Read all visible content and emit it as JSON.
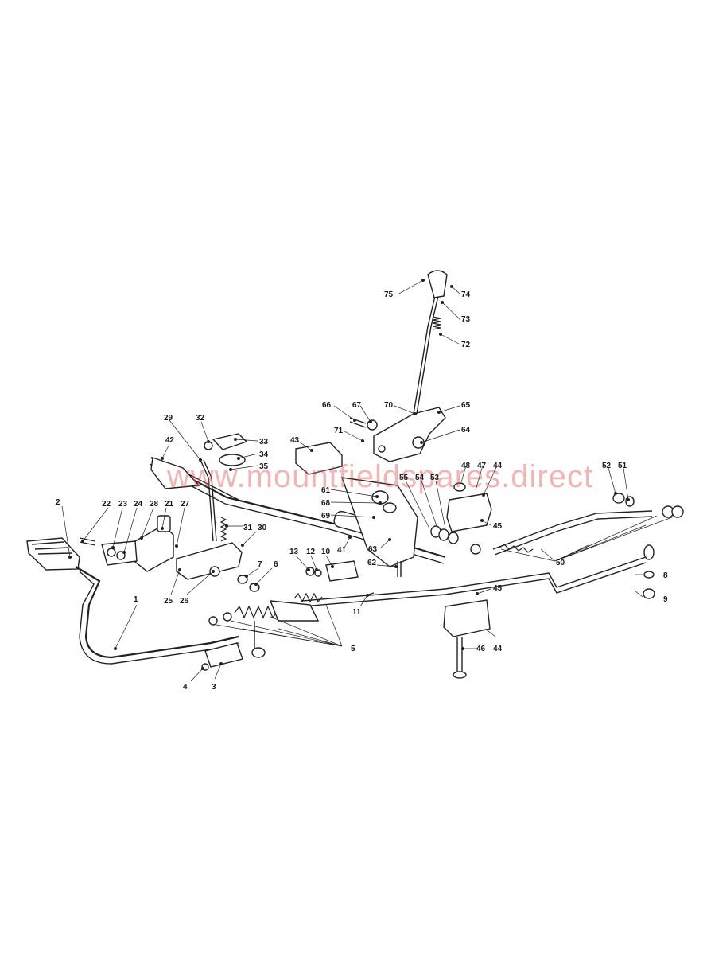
{
  "watermark": "www.mountfieldspares.direct",
  "labels": [
    {
      "id": "1",
      "text": "1"
    },
    {
      "id": "2",
      "text": "2"
    },
    {
      "id": "3",
      "text": "3"
    },
    {
      "id": "4",
      "text": "4"
    },
    {
      "id": "5",
      "text": "5"
    },
    {
      "id": "6",
      "text": "6"
    },
    {
      "id": "7",
      "text": "7"
    },
    {
      "id": "8",
      "text": "8"
    },
    {
      "id": "9",
      "text": "9"
    },
    {
      "id": "10",
      "text": "10"
    },
    {
      "id": "11",
      "text": "11"
    },
    {
      "id": "12",
      "text": "12"
    },
    {
      "id": "13",
      "text": "13"
    },
    {
      "id": "21",
      "text": "21"
    },
    {
      "id": "22",
      "text": "22"
    },
    {
      "id": "23",
      "text": "23"
    },
    {
      "id": "24",
      "text": "24"
    },
    {
      "id": "25",
      "text": "25"
    },
    {
      "id": "26",
      "text": "26"
    },
    {
      "id": "27",
      "text": "27"
    },
    {
      "id": "28",
      "text": "28"
    },
    {
      "id": "29",
      "text": "29"
    },
    {
      "id": "30",
      "text": "30"
    },
    {
      "id": "31",
      "text": "31"
    },
    {
      "id": "32",
      "text": "32"
    },
    {
      "id": "33",
      "text": "33"
    },
    {
      "id": "34",
      "text": "34"
    },
    {
      "id": "35",
      "text": "35"
    },
    {
      "id": "41",
      "text": "41"
    },
    {
      "id": "42",
      "text": "42"
    },
    {
      "id": "43",
      "text": "43"
    },
    {
      "id": "44a",
      "text": "44"
    },
    {
      "id": "44b",
      "text": "44"
    },
    {
      "id": "45a",
      "text": "45"
    },
    {
      "id": "45b",
      "text": "45"
    },
    {
      "id": "46",
      "text": "46"
    },
    {
      "id": "47",
      "text": "47"
    },
    {
      "id": "48",
      "text": "48"
    },
    {
      "id": "50",
      "text": "50"
    },
    {
      "id": "51",
      "text": "51"
    },
    {
      "id": "52",
      "text": "52"
    },
    {
      "id": "53",
      "text": "53"
    },
    {
      "id": "54",
      "text": "54"
    },
    {
      "id": "55",
      "text": "55"
    },
    {
      "id": "61",
      "text": "61"
    },
    {
      "id": "62",
      "text": "62"
    },
    {
      "id": "63",
      "text": "63"
    },
    {
      "id": "64",
      "text": "64"
    },
    {
      "id": "65",
      "text": "65"
    },
    {
      "id": "66",
      "text": "66"
    },
    {
      "id": "67",
      "text": "67"
    },
    {
      "id": "68",
      "text": "68"
    },
    {
      "id": "69",
      "text": "69"
    },
    {
      "id": "70",
      "text": "70"
    },
    {
      "id": "71",
      "text": "71"
    },
    {
      "id": "72",
      "text": "72"
    },
    {
      "id": "73",
      "text": "73"
    },
    {
      "id": "74",
      "text": "74"
    },
    {
      "id": "75",
      "text": "75"
    }
  ]
}
